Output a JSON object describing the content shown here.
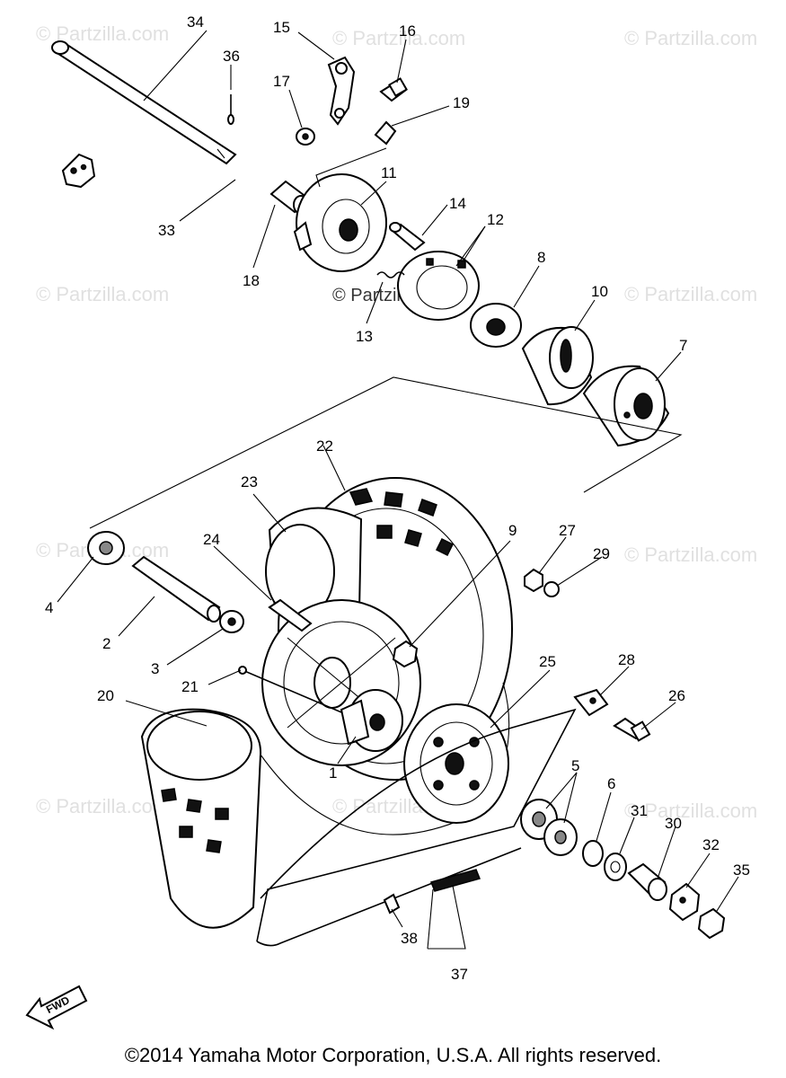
{
  "watermark": "© Partzilla.com",
  "copyright": "©2014  Yamaha Motor Corporation, U.S.A. All rights reserved.",
  "fwd_label": "FWD",
  "part_labels": {
    "p1": "1",
    "p2": "2",
    "p3": "3",
    "p4": "4",
    "p5": "5",
    "p6": "6",
    "p7": "7",
    "p8": "8",
    "p9": "9",
    "p10": "10",
    "p11": "11",
    "p12": "12",
    "p13": "13",
    "p14": "14",
    "p15": "15",
    "p16": "16",
    "p17": "17",
    "p18": "18",
    "p19": "19",
    "p20": "20",
    "p21": "21",
    "p22": "22",
    "p23": "23",
    "p24": "24",
    "p25": "25",
    "p26": "26",
    "p27": "27",
    "p28": "28",
    "p29": "29",
    "p30": "30",
    "p31": "31",
    "p32": "32",
    "p33": "33",
    "p34": "34",
    "p35": "35",
    "p36": "36",
    "p37": "37",
    "p38": "38"
  }
}
